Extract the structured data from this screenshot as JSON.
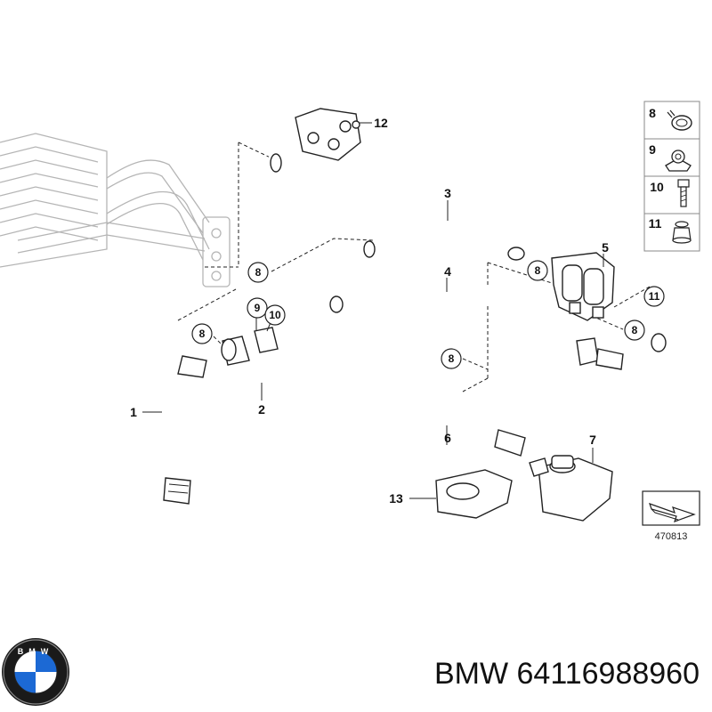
{
  "diagram": {
    "callouts": [
      {
        "id": "1",
        "text": "1"
      },
      {
        "id": "2",
        "text": "2"
      },
      {
        "id": "3",
        "text": "3"
      },
      {
        "id": "4",
        "text": "4"
      },
      {
        "id": "5",
        "text": "5"
      },
      {
        "id": "6",
        "text": "6"
      },
      {
        "id": "7",
        "text": "7"
      },
      {
        "id": "12",
        "text": "12"
      },
      {
        "id": "13",
        "text": "13"
      }
    ],
    "circled_callouts": {
      "c8": "8",
      "c9": "9",
      "c10": "10",
      "c11": "11"
    },
    "legend": [
      {
        "num": "8"
      },
      {
        "num": "9"
      },
      {
        "num": "10"
      },
      {
        "num": "11"
      }
    ],
    "reference_number": "470813"
  },
  "footer": {
    "brand": "BMW",
    "part_number": "64116988960",
    "logo_letters": "BMW"
  }
}
